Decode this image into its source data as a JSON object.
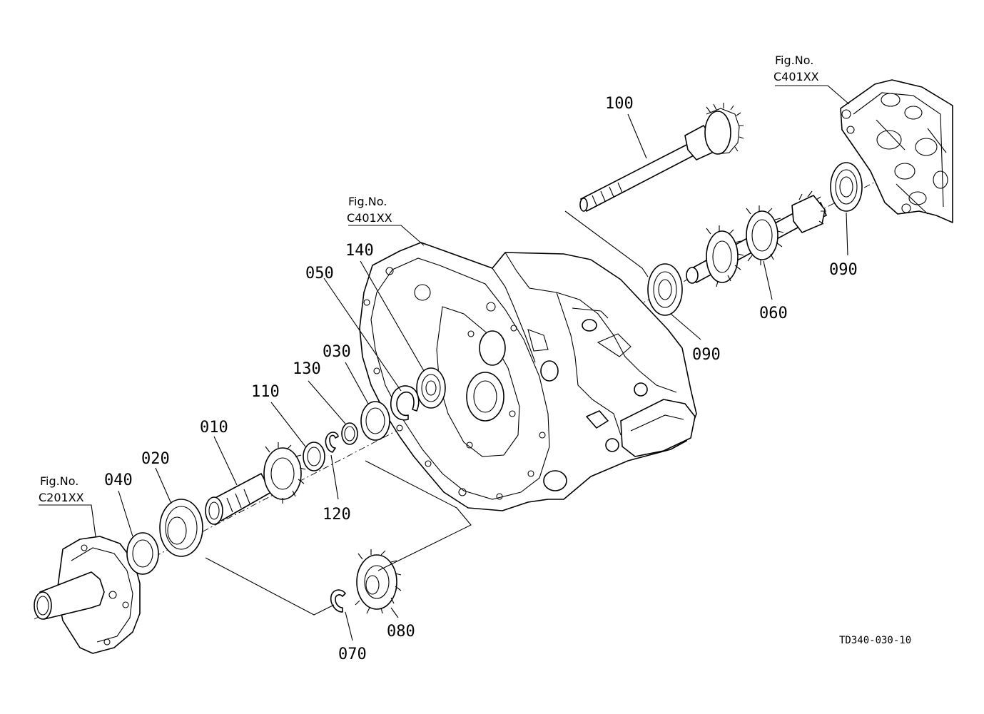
{
  "callouts": {
    "p010": "010",
    "p020": "020",
    "p030": "030",
    "p040": "040",
    "p050": "050",
    "p060": "060",
    "p070": "070",
    "p080": "080",
    "p090a": "090",
    "p090b": "090",
    "p100": "100",
    "p110": "110",
    "p120": "120",
    "p130": "130",
    "p140": "140"
  },
  "figure_refs": {
    "top_right": {
      "fig_label": "Fig.No.",
      "number": "C401XX"
    },
    "center": {
      "fig_label": "Fig.No.",
      "number": "C401XX"
    },
    "left": {
      "fig_label": "Fig.No.",
      "number": "C201XX"
    }
  },
  "drawing_code": "TD340-030-10"
}
